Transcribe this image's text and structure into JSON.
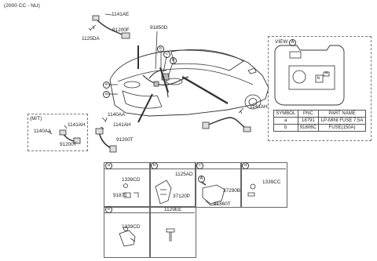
{
  "header": {
    "title": "(2000 CC - NU)"
  },
  "main_labels": {
    "p1141AE": "1141AE",
    "p91200F": "91200F",
    "p1125DA": "1125DA",
    "p91850D": "91850D",
    "b": "b",
    "c": "c",
    "d": "d",
    "e": "e",
    "a": "a",
    "p1140AA_main": "1140AA",
    "p1141AH_main": "1141AH",
    "p1141AH_right": "1141AH",
    "p91200T_main": "91200T"
  },
  "mt_box": {
    "title": "(M/T)",
    "p1141AH": "1141AH",
    "p1140AA": "1140AA",
    "p91200T": "91200T"
  },
  "view_box": {
    "title": "VIEW",
    "letter": "A",
    "fuse_a": "a",
    "fuse_b": "b",
    "table": {
      "headers": [
        "SYMBOL",
        "PNC",
        "PART NAME"
      ],
      "rows": [
        [
          "a",
          "18791",
          "LP-MINI FUSE 7.5A"
        ],
        [
          "b",
          "91806C",
          "FUSE(150A)"
        ]
      ]
    }
  },
  "detail_grid": {
    "cells": [
      {
        "letter": "a",
        "parts": [
          "1339CD",
          "91871"
        ]
      },
      {
        "letter": "b",
        "parts": [
          "1125AD",
          "37120P"
        ]
      },
      {
        "letter": "c",
        "parts": [
          "A",
          "37290B",
          "91860T"
        ]
      },
      {
        "letter": "d",
        "parts": [
          "1339CC"
        ]
      },
      {
        "letter": "e",
        "parts": [
          "1339CD"
        ]
      },
      {
        "letter": "",
        "parts": [
          "1129EE"
        ]
      }
    ]
  }
}
